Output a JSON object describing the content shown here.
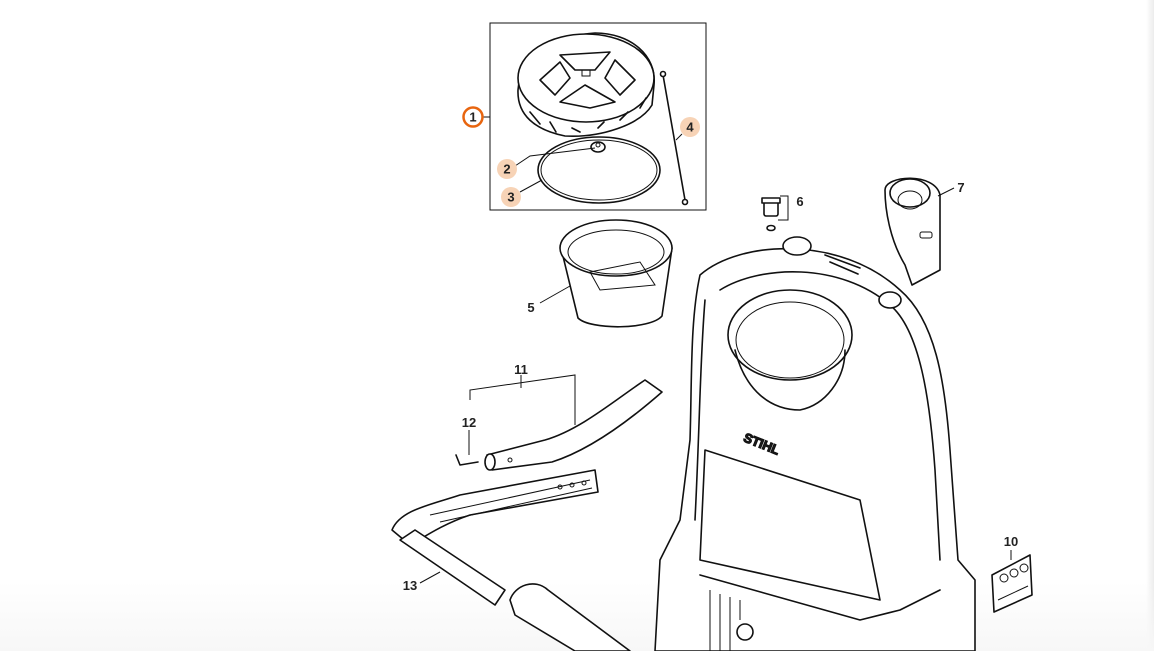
{
  "diagram": {
    "type": "exploded parts diagram",
    "brand_logo_text": "STIHL",
    "colors": {
      "selected": "#e8650f",
      "highlight": "#f7d3b6",
      "line": "#111111"
    },
    "callouts": [
      {
        "id": "1",
        "state": "selected"
      },
      {
        "id": "2",
        "state": "highlighted"
      },
      {
        "id": "3",
        "state": "highlighted"
      },
      {
        "id": "4",
        "state": "highlighted"
      },
      {
        "id": "5",
        "state": "normal"
      },
      {
        "id": "6",
        "state": "normal"
      },
      {
        "id": "7",
        "state": "normal"
      },
      {
        "id": "10",
        "state": "normal"
      },
      {
        "id": "11",
        "state": "normal"
      },
      {
        "id": "12",
        "state": "normal"
      },
      {
        "id": "13",
        "state": "normal"
      }
    ]
  }
}
